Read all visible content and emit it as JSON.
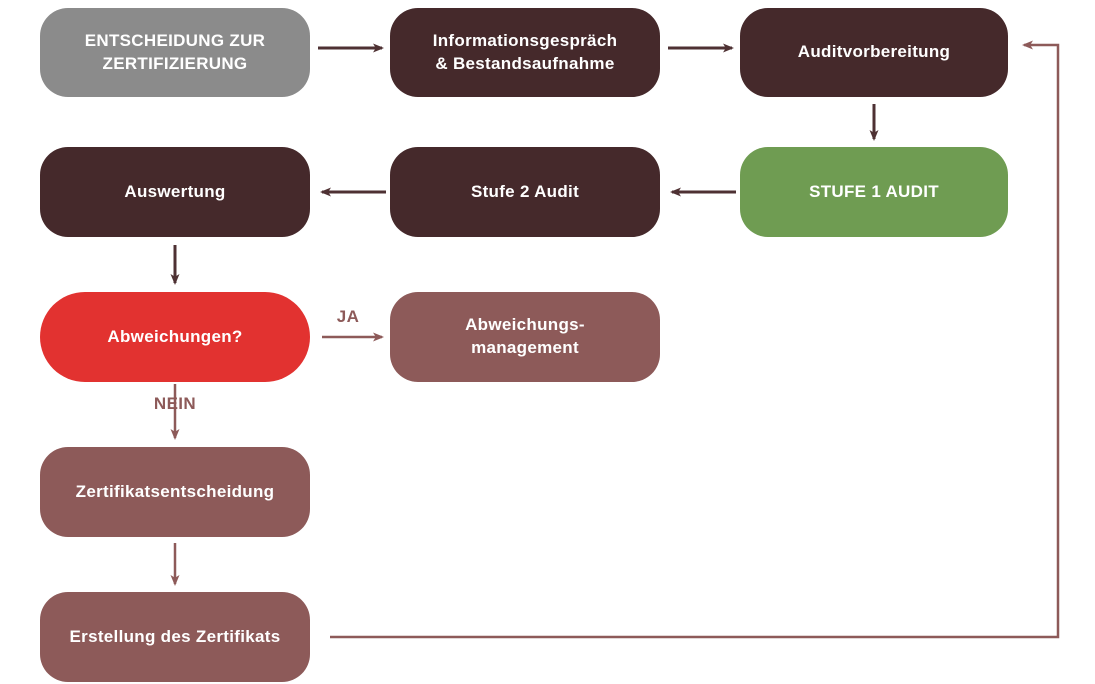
{
  "diagram": {
    "language": "de",
    "nodes": {
      "entscheidung": {
        "label": "ENTSCHEIDUNG ZUR\nZERTIFIZIERUNG"
      },
      "infogespraech": {
        "label": "Informationsgespräch\n& Bestandsaufnahme"
      },
      "auditvorbereitung": {
        "label": "Auditvorbereitung"
      },
      "stufe1": {
        "label": "STUFE 1 AUDIT"
      },
      "stufe2": {
        "label": "Stufe 2 Audit"
      },
      "auswertung": {
        "label": "Auswertung"
      },
      "abweichungen": {
        "label": "Abweichungen?"
      },
      "abweichungsmanagement": {
        "label": "Abweichungs-\nmanagement"
      },
      "zertifikatsentscheidung": {
        "label": "Zertifikatsentscheidung"
      },
      "erstellung": {
        "label": "Erstellung des Zertifikats"
      }
    },
    "edge_labels": {
      "ja": "JA",
      "nein": "NEIN"
    },
    "colors": {
      "gray": "#8b8b8b",
      "dark_brown": "#45292b",
      "green": "#6f9c52",
      "red": "#e23230",
      "muted_brown": "#8d5a59",
      "arrow_dark": "#4e3133",
      "arrow_muted": "#8d5a59",
      "text_light": "#ffffff"
    }
  }
}
